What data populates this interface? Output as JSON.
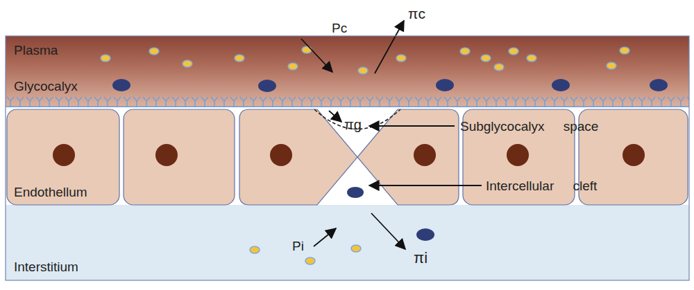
{
  "diagram": {
    "nodes": [
      {
        "text": [
          "Plasma"
        ]
      },
      {
        "text": [
          "Endothellum"
        ]
      },
      {
        "text": [
          "Interstitium"
        ]
      }
    ],
    "labels": [
      "Pc",
      "πc",
      "Glycocalyx",
      "πg",
      "Subglycocalyx space",
      "Intercellular cleft",
      "Pi",
      "πi"
    ]
  }
}
